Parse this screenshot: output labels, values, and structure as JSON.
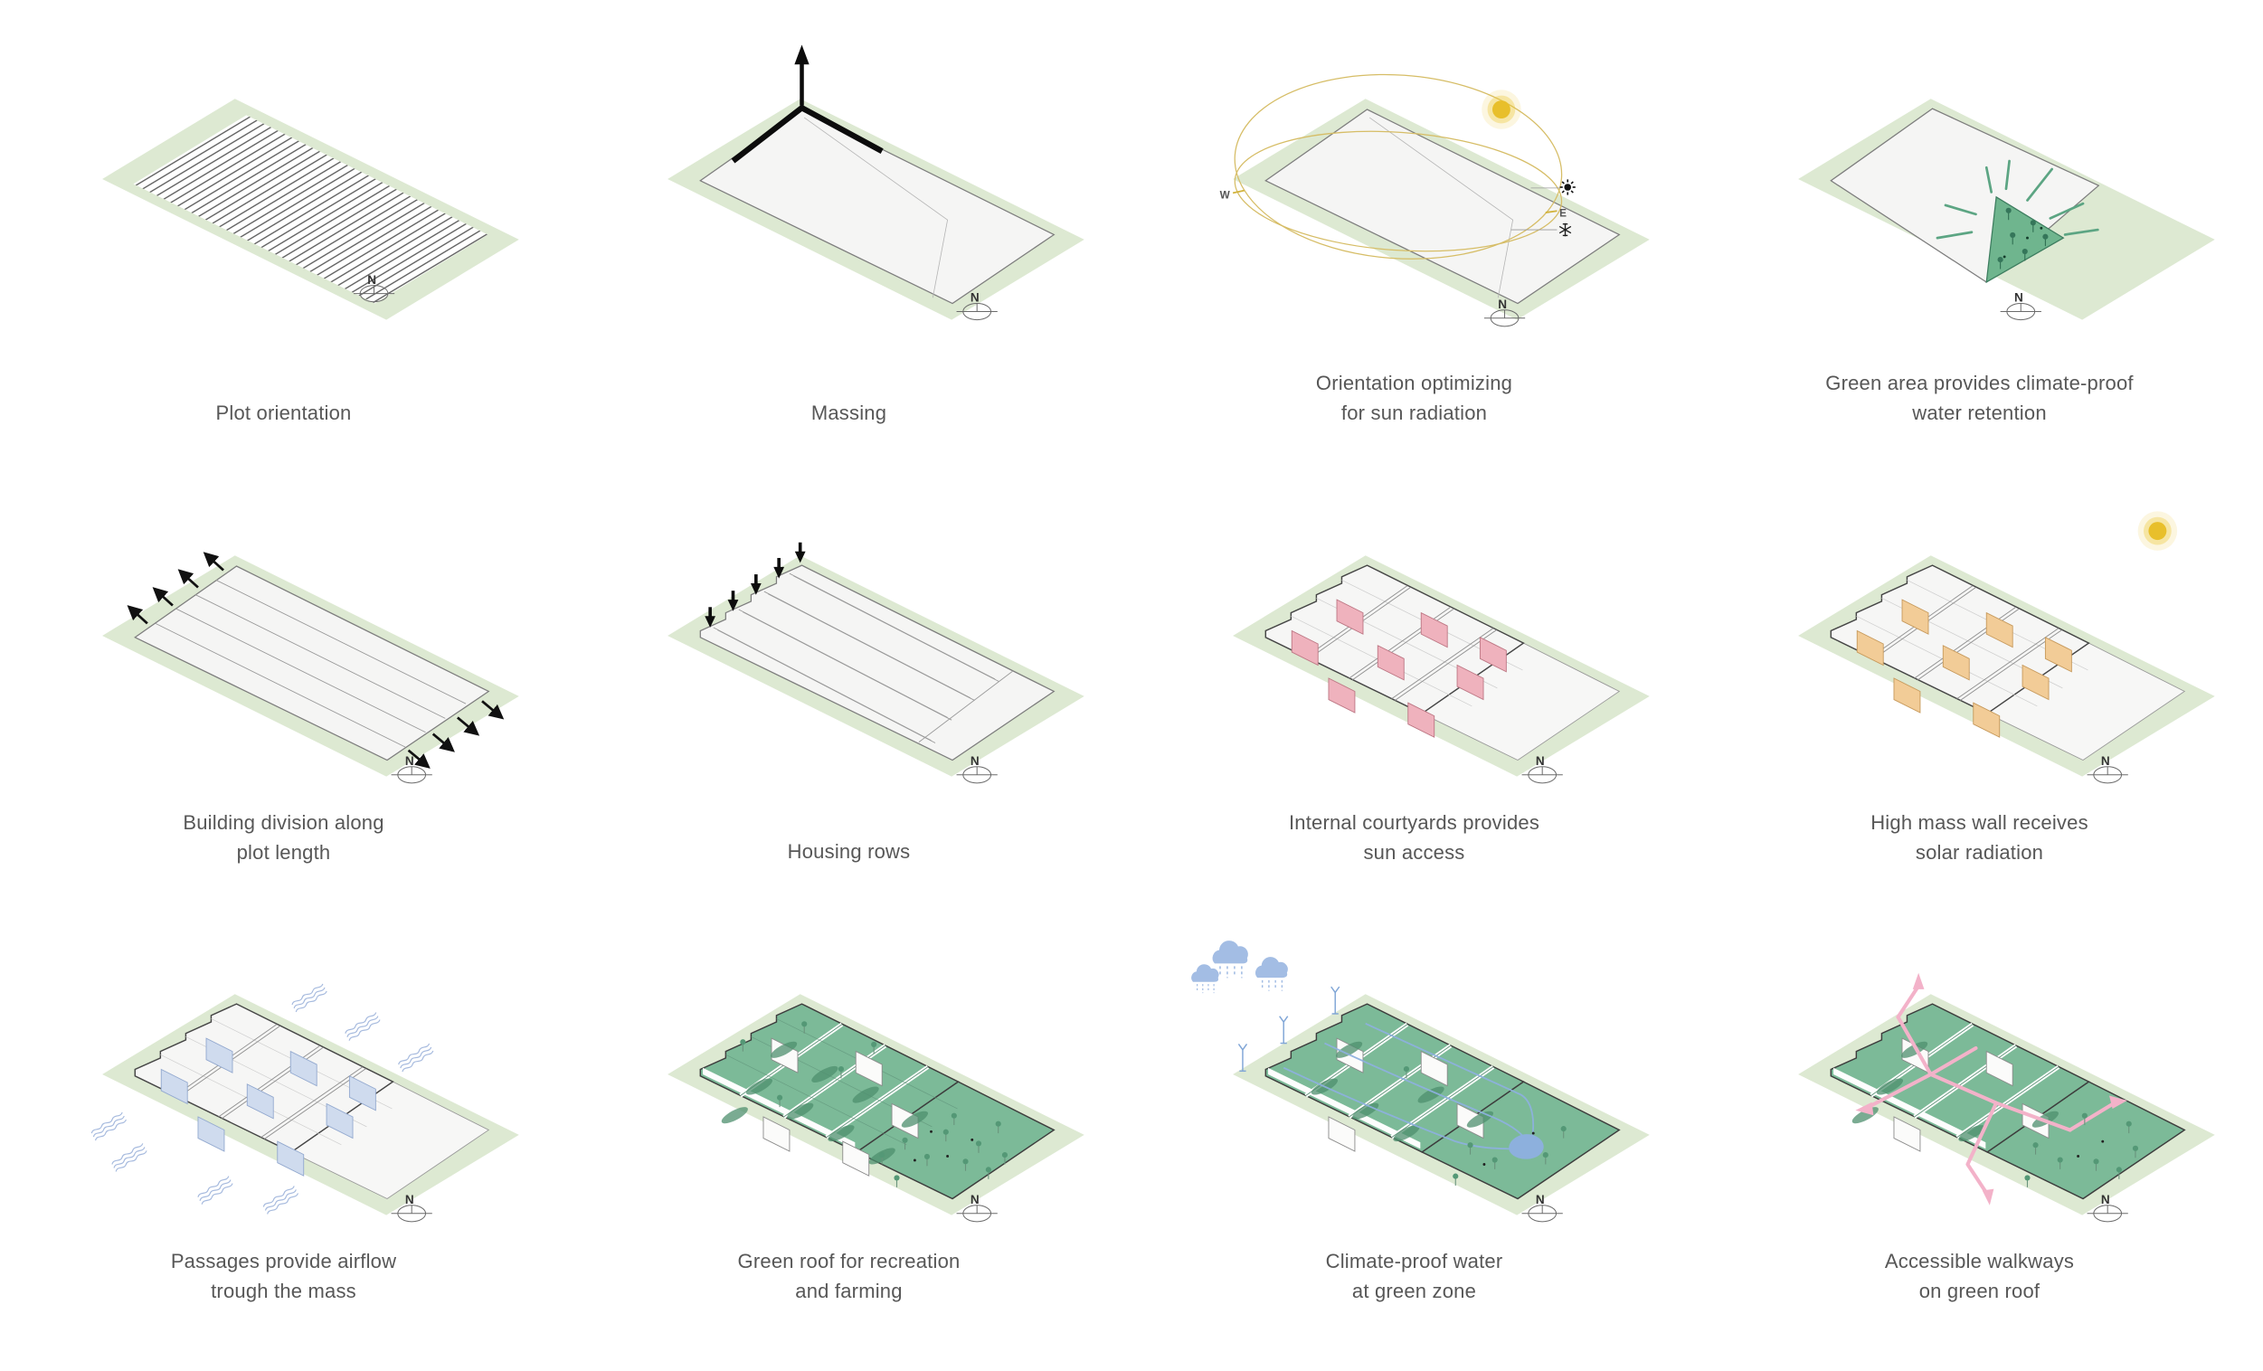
{
  "page": {
    "title": "Architectural concept diagrams",
    "background": "#ffffff"
  },
  "labels": {
    "north": "N",
    "west": "W",
    "east": "E"
  },
  "colors": {
    "plot_green": "#dde9d2",
    "building_white": "#f5f5f4",
    "green_roof": "#7cba98",
    "courtyard_pink": "#efb2bd",
    "solar_wall_orange": "#f2cc97",
    "airflow_blue": "#cfdbee",
    "water_blue": "#8db0dd",
    "walkway_pink": "#f3b2c9",
    "sun_yellow": "#e8bf2b",
    "caption_gray": "#575757"
  },
  "cells": [
    {
      "id": "plot-orientation",
      "caption": "Plot orientation"
    },
    {
      "id": "massing",
      "caption": "Massing"
    },
    {
      "id": "orientation-sun",
      "caption": "Orientation optimizing\nfor sun radiation"
    },
    {
      "id": "green-area",
      "caption": "Green area provides climate-proof\nwater retention"
    },
    {
      "id": "building-division",
      "caption": "Building division along\nplot length"
    },
    {
      "id": "housing-rows",
      "caption": "Housing rows"
    },
    {
      "id": "internal-courtyards",
      "caption": "Internal courtyards provides\nsun access"
    },
    {
      "id": "high-mass-wall",
      "caption": "High mass wall receives\nsolar radiation"
    },
    {
      "id": "passages-airflow",
      "caption": "Passages provide airflow\ntrough the mass"
    },
    {
      "id": "green-roof",
      "caption": "Green roof for recreation\nand farming"
    },
    {
      "id": "climate-water",
      "caption": "Climate-proof water\nat green zone"
    },
    {
      "id": "walkways",
      "caption": "Accessible walkways\non green roof"
    }
  ]
}
